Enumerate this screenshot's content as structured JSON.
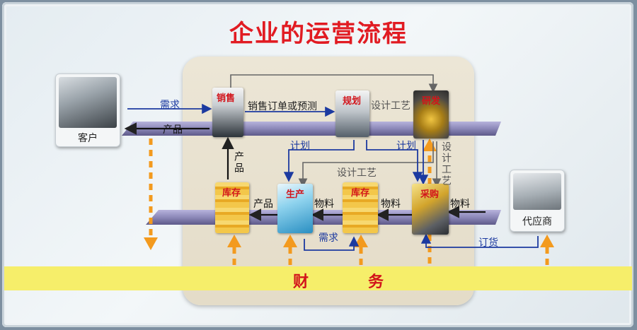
{
  "title": "企业的运营流程",
  "nodes": {
    "customer": "客户",
    "sales": "销售",
    "planning": "规划",
    "rnd": "研发",
    "inventory_product": "库存",
    "production": "生产",
    "inventory_material": "库存",
    "purchasing": "采购",
    "agent": "代应商"
  },
  "labels": {
    "demand_top": "需求",
    "product_top": "产品",
    "sales_forecast": "销售订单或预测",
    "design_process_top": "设计工艺",
    "plan_left": "计划",
    "plan_right": "计划",
    "design_process_mid": "设计工艺",
    "design_process_vertical": "设计工艺",
    "product_vertical": "产品",
    "product_bottom": "产品",
    "material_mid": "物料",
    "material_right": "物料",
    "demand_bottom": "需求",
    "order": "订货",
    "finance_1": "财",
    "finance_2": "务"
  },
  "colors": {
    "title": "#e11b22",
    "arrow_blue": "#1c3aa0",
    "arrow_orange": "#f39a1e",
    "finance_band": "#f6ee6a",
    "pipe": "#8c88b8"
  }
}
